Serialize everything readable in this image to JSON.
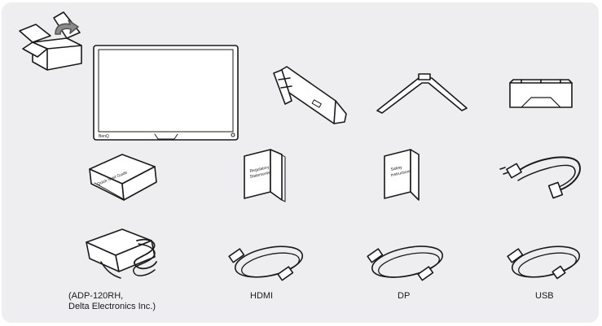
{
  "items": {
    "monitor_logo": "BenQ",
    "quick_start_guide": "Quick Start Guide",
    "regulatory_line1": "Regulatory",
    "regulatory_line2": "Statements",
    "safety_line1": "Safety",
    "safety_line2": "Instructions"
  },
  "captions": {
    "adapter_line1": "(ADP-120RH,",
    "adapter_line2": "Delta Electronics Inc.)",
    "hdmi": "HDMI",
    "dp": "DP",
    "usb": "USB"
  },
  "colors": {
    "background": "#eeeef0",
    "line": "#1a1a1a"
  }
}
